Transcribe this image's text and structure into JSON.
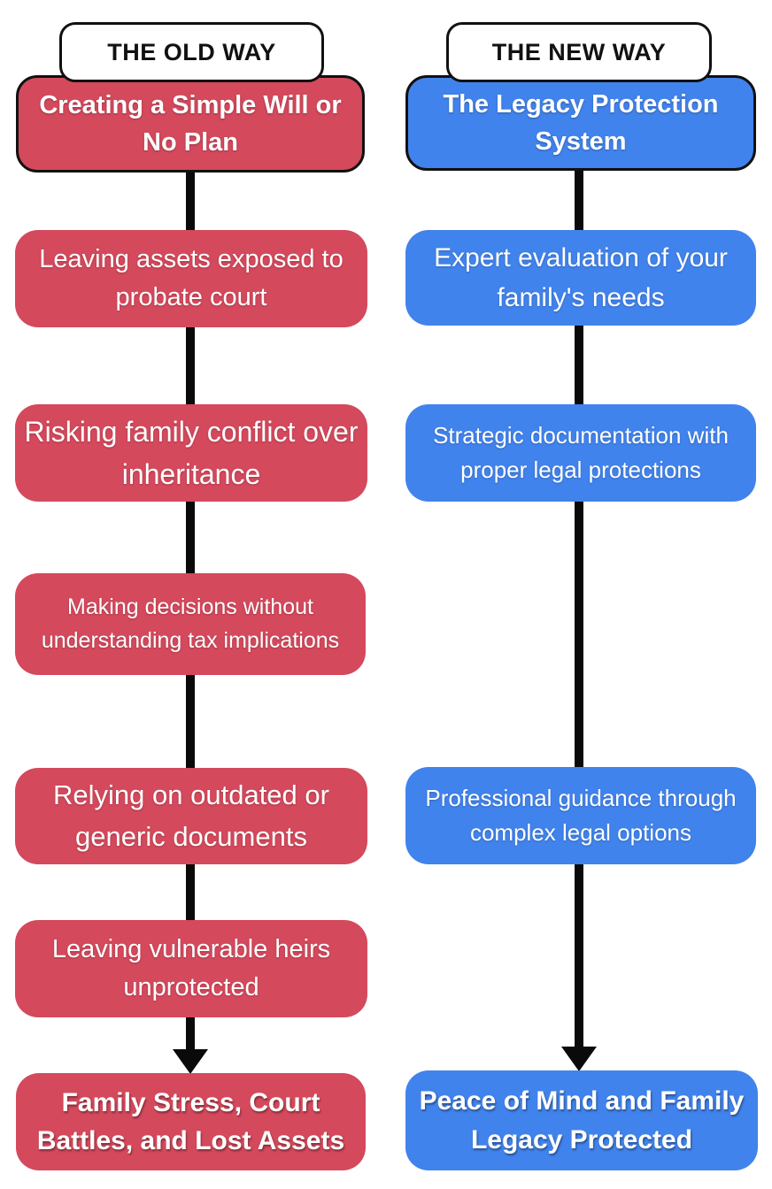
{
  "colors": {
    "red": "#d4495c",
    "blue": "#4183ec",
    "line": "#0a0a0a",
    "text_on_color": "#ffffff",
    "title_text": "#111111"
  },
  "old_way": {
    "title": "THE OLD WAY",
    "header": "Creating a Simple Will or No Plan",
    "steps": [
      "Leaving assets exposed to probate court",
      "Risking family conflict over inheritance",
      "Making decisions without understanding tax implications",
      "Relying on outdated or generic documents",
      "Leaving vulnerable heirs unprotected"
    ],
    "result": "Family Stress, Court Battles, and Lost Assets"
  },
  "new_way": {
    "title": "THE NEW WAY",
    "header": "The Legacy Protection System",
    "steps": [
      "Expert evaluation of your family's needs",
      "Strategic documentation with proper legal protections",
      "Professional guidance through complex legal options"
    ],
    "result": "Peace of Mind and Family Legacy Protected"
  }
}
